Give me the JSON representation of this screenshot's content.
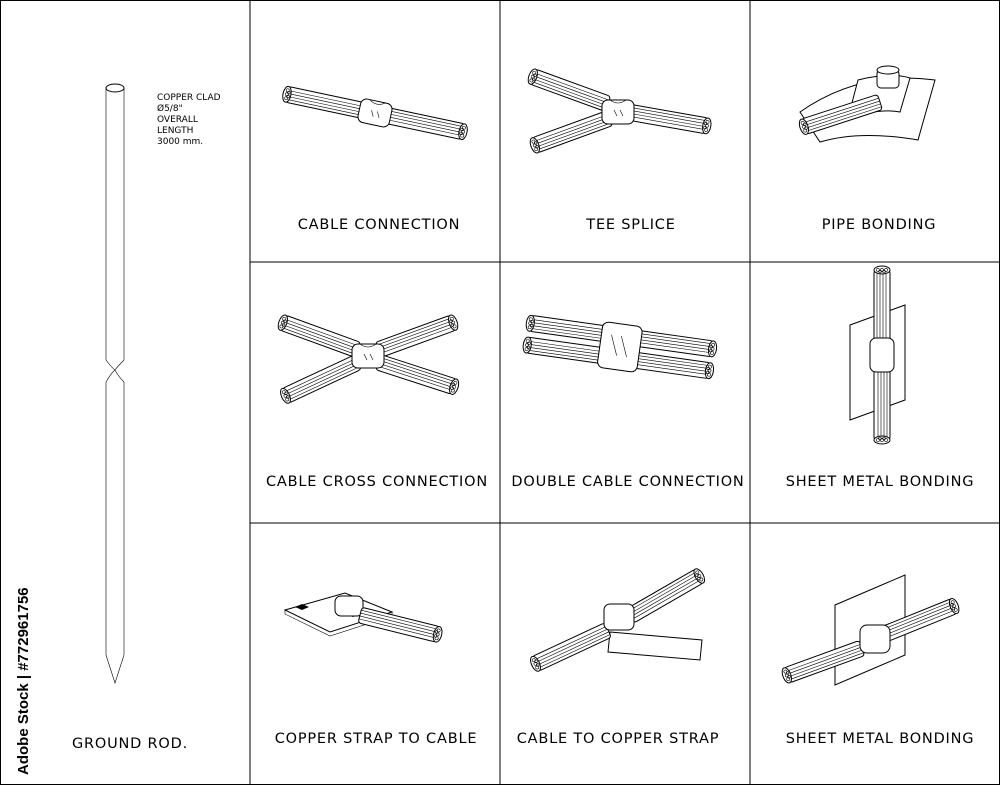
{
  "ground_rod": {
    "note_lines": [
      "COPPER CLAD",
      "Ø5/8\"",
      "OVERALL",
      "LENGTH",
      "3000 mm."
    ],
    "caption": "GROUND ROD."
  },
  "panels": [
    {
      "label": "CABLE CONNECTION"
    },
    {
      "label": "TEE SPLICE"
    },
    {
      "label": "PIPE BONDING"
    },
    {
      "label": "CABLE CROSS CONNECTION"
    },
    {
      "label": "DOUBLE CABLE CONNECTION"
    },
    {
      "label": "SHEET METAL BONDING"
    },
    {
      "label": "COPPER STRAP TO CABLE"
    },
    {
      "label": "CABLE TO COPPER STRAP"
    },
    {
      "label": "SHEET METAL BONDING"
    }
  ],
  "watermark": "Adobe Stock | #772961756"
}
